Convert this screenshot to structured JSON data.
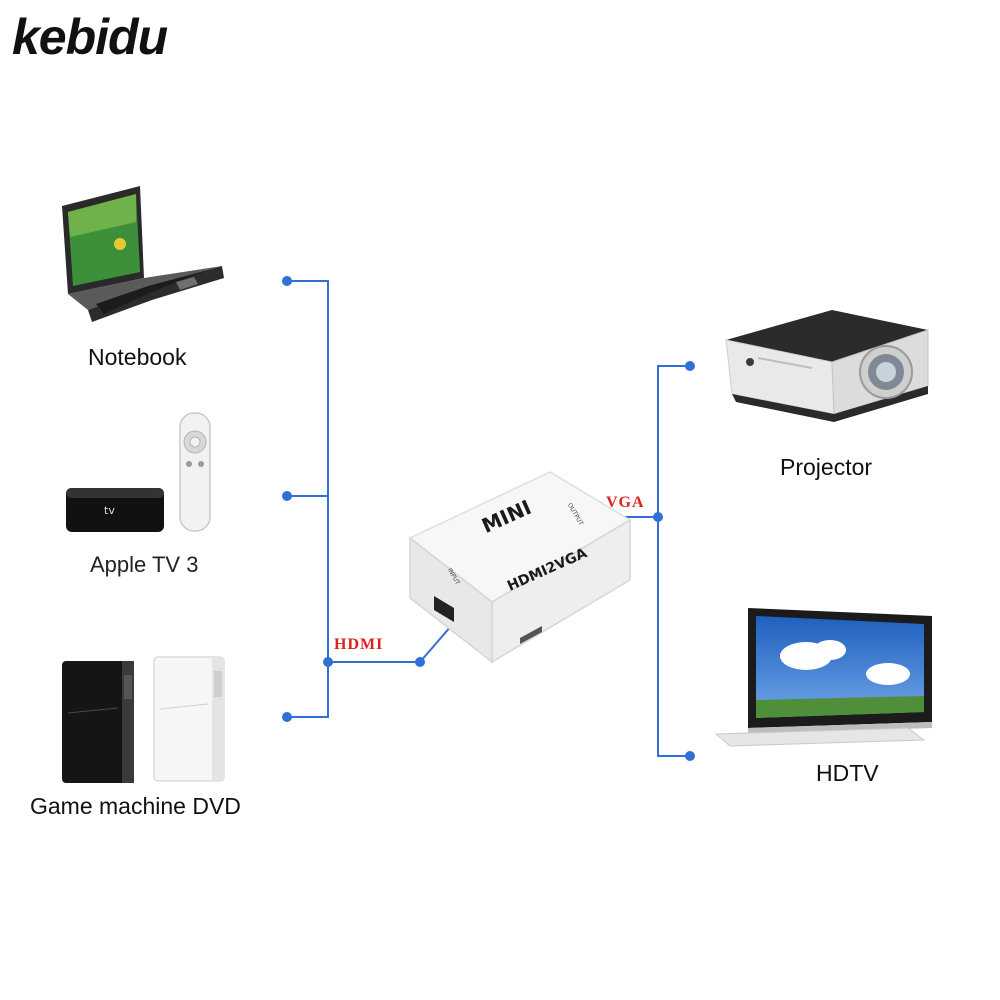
{
  "brand": {
    "logo_text": "kebidu"
  },
  "colors": {
    "line": "#2f6fd6",
    "signal_label": "#e0201e",
    "device_white": "#f4f4f4",
    "device_black": "#151515"
  },
  "sources": [
    {
      "label": "Notebook",
      "icon": "laptop-icon"
    },
    {
      "label": "Apple TV 3",
      "icon": "apple-tv-icon"
    },
    {
      "label": "Game machine DVD",
      "icon": "game-console-icon"
    }
  ],
  "outputs": [
    {
      "label": "Projector",
      "icon": "projector-icon"
    },
    {
      "label": "HDTV",
      "icon": "hdtv-icon"
    }
  ],
  "converter": {
    "top_text": "MINI",
    "model_text": "HDMI2VGA",
    "input_text": "INPUT",
    "output_text": "OUTPUT"
  },
  "signals": {
    "input": "HDMI",
    "output": "VGA"
  }
}
